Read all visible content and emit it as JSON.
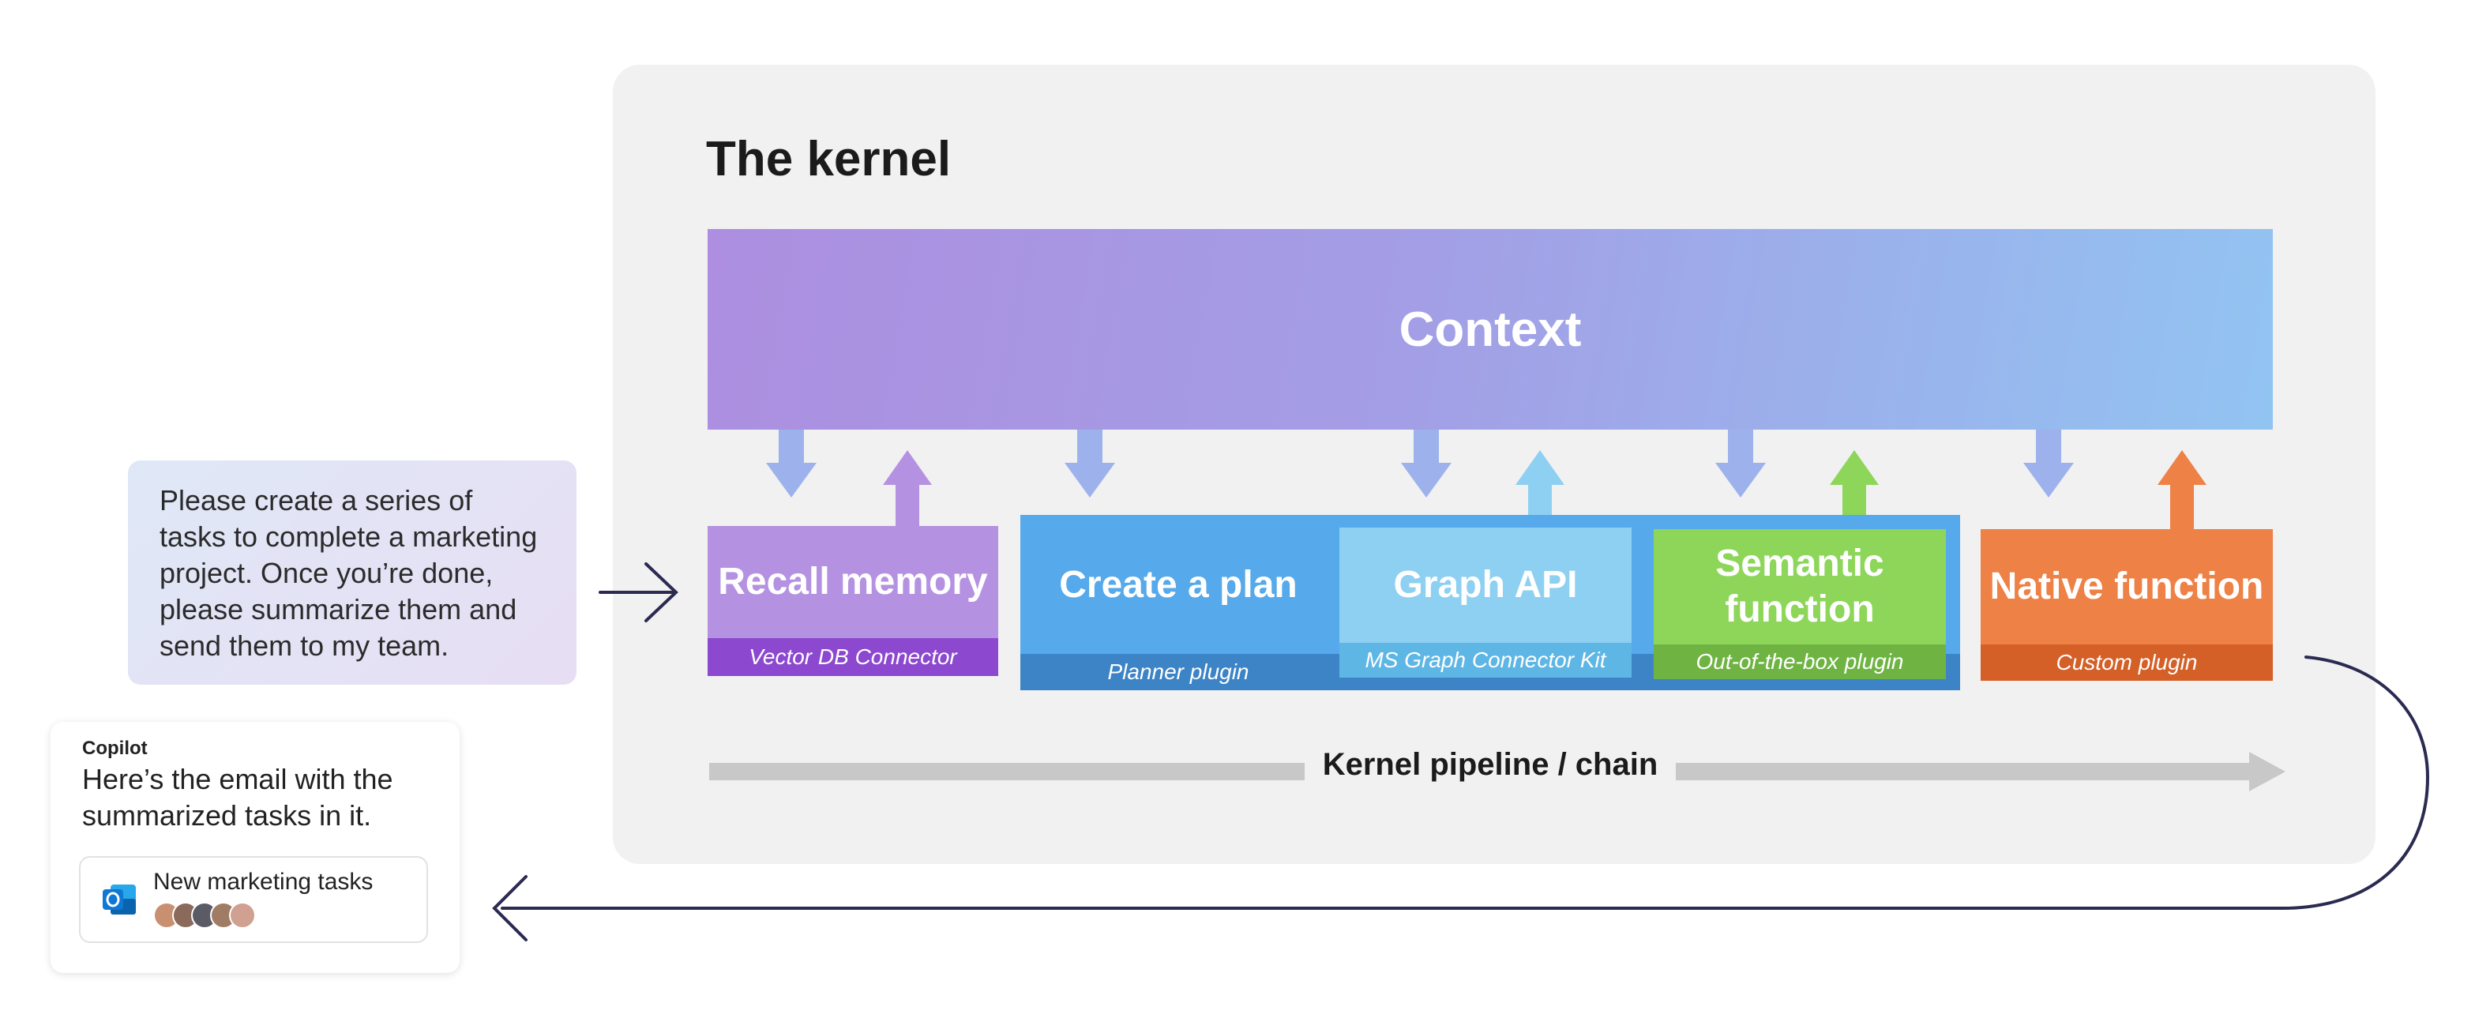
{
  "kernel": {
    "title": "The kernel",
    "context_label": "Context",
    "pipeline_label": "Kernel pipeline / chain"
  },
  "components": {
    "recall_memory": {
      "label": "Recall memory",
      "sub": "Vector DB Connector",
      "color": "#b592e1",
      "sub_color": "#8c48cf"
    },
    "create_plan": {
      "label": "Create a plan",
      "sub": "Planner plugin",
      "color": "#56a9ea",
      "sub_color": "#3c84c6"
    },
    "graph_api": {
      "label": "Graph API",
      "sub": "MS Graph Connector Kit",
      "color": "#8ed0f1",
      "sub_color": "#5eb6e5"
    },
    "semantic_function": {
      "label": "Semantic function",
      "sub": "Out-of-the-box plugin",
      "color": "#8dd659",
      "sub_color": "#6fb443"
    },
    "native_function": {
      "label": "Native function",
      "sub": "Custom plugin",
      "color": "#ee8146",
      "sub_color": "#d45f27"
    }
  },
  "prompt": {
    "text": "Please create a series of tasks to complete a marketing project. Once you’re done, please summarize them and send them to my team."
  },
  "copilot": {
    "label": "Copilot",
    "message": "Here’s the email with the summarized tasks in it.",
    "email_subject": "New marketing tasks",
    "email_icon": "outlook-icon"
  },
  "colors": {
    "arrow_down": "#9db2ec",
    "arrow_up_recall": "#b592e1",
    "arrow_up_graph": "#8ed0f1",
    "arrow_up_semantic": "#8dd659",
    "arrow_up_native": "#ee8146",
    "flow_line": "#2a2a52",
    "pipeline_bar": "#c8c8c8"
  }
}
